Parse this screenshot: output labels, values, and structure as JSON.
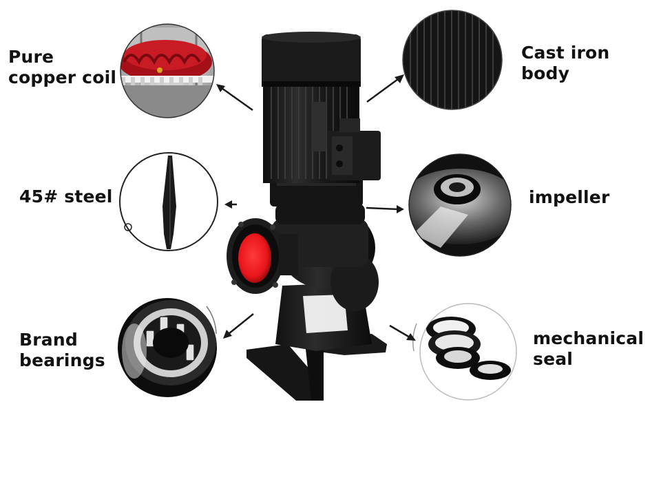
{
  "callouts": {
    "copper_coil": {
      "line1": "Pure",
      "line2": "copper coil"
    },
    "cast_iron": {
      "line1": "Cast iron",
      "line2": "body"
    },
    "steel": {
      "line1": "45# steel"
    },
    "impeller": {
      "line1": "impeller"
    },
    "bearings": {
      "line1": "Brand",
      "line2": "bearings"
    },
    "seal": {
      "line1": "mechanical",
      "line2": "seal"
    }
  },
  "colors": {
    "pump_body": "#1e1e1e",
    "pump_shadow": "#0c0c0c",
    "outlet_red": "#e8161b",
    "coil_red": "#b5121b",
    "label_text": "#111111",
    "arrow": "#1a1a1a"
  }
}
